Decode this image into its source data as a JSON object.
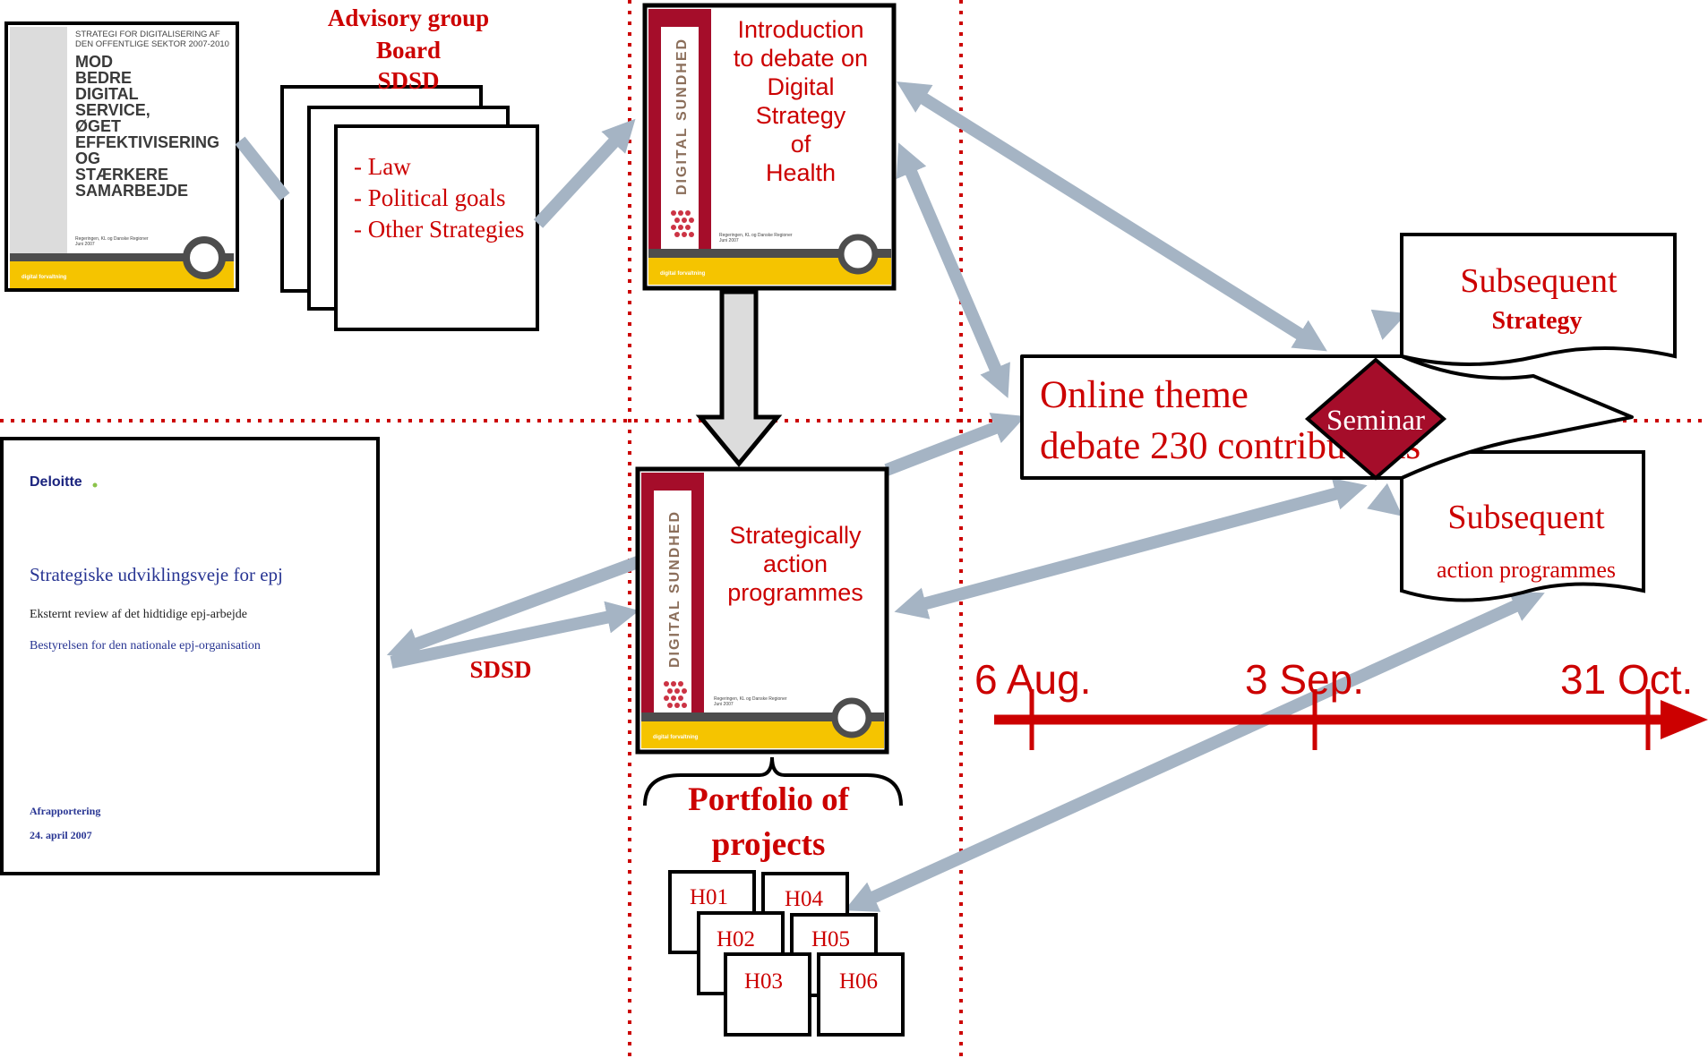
{
  "colors": {
    "accent_red": "#cc0000",
    "dark_red": "#a50d2a",
    "arrow_gray": "#a5b4c4",
    "cover_yellow": "#f5c400",
    "cover_gray": "#4d4d4d",
    "deloitte_navy": "#1a237e"
  },
  "advisory": {
    "line1": "Advisory group",
    "line2": "Board",
    "line3": "SDSD",
    "items": [
      "- Law",
      "- Political goals",
      "- Other Strategies"
    ]
  },
  "strategy_cover": {
    "header_line1": "STRATEGI FOR DIGITALISERING AF",
    "header_line2": "DEN OFFENTLIGE SEKTOR 2007-2010",
    "title_lines": [
      "MOD",
      "BEDRE",
      "DIGITAL",
      "SERVICE,",
      "ØGET",
      "EFFEKTIVISERING",
      "OG",
      "STÆRKERE",
      "SAMARBEJDE"
    ],
    "authors": "Regeringen, KL og Danske Regioner",
    "date": "Juni 2007",
    "footer": "digital forvaltning"
  },
  "intro_doc": {
    "lines": [
      "Introduction",
      "to debate on",
      "Digital",
      "Strategy",
      "of",
      "Health"
    ],
    "spine": "DIGITAL SUNDHED",
    "authors": "Regeringen, KL og Danske Regioner",
    "date": "Juni 2007",
    "footer": "digital forvaltning"
  },
  "action_doc": {
    "lines": [
      "Strategically",
      "action",
      "programmes"
    ],
    "spine": "DIGITAL SUNDHED",
    "authors": "Regeringen, KL og Danske Regioner",
    "date": "Juni 2007",
    "footer": "digital forvaltning"
  },
  "deloitte": {
    "brand": "Deloitte",
    "title": "Strategiske udviklingsveje for epj",
    "subtitle": "Eksternt review af det hidtidige epj-arbejde",
    "org": "Bestyrelsen for den nationale epj-organisation",
    "report": "Afrapportering",
    "date": "24. april 2007"
  },
  "sdsd_label": "SDSD",
  "portfolio": {
    "title_line1": "Portfolio of",
    "title_line2": "projects",
    "projects": [
      "H01",
      "H02",
      "H03",
      "H04",
      "H05",
      "H06"
    ]
  },
  "online_debate": {
    "line1": "Online theme",
    "line2": "debate 230 contributions"
  },
  "seminar": "Seminar",
  "subsequent_strategy": {
    "line1": "Subsequent",
    "line2": "Strategy"
  },
  "subsequent_action": {
    "line1": "Subsequent",
    "line2": "action programmes"
  },
  "timeline": {
    "labels": [
      "6 Aug.",
      "3 Sep.",
      "31 Oct."
    ]
  }
}
